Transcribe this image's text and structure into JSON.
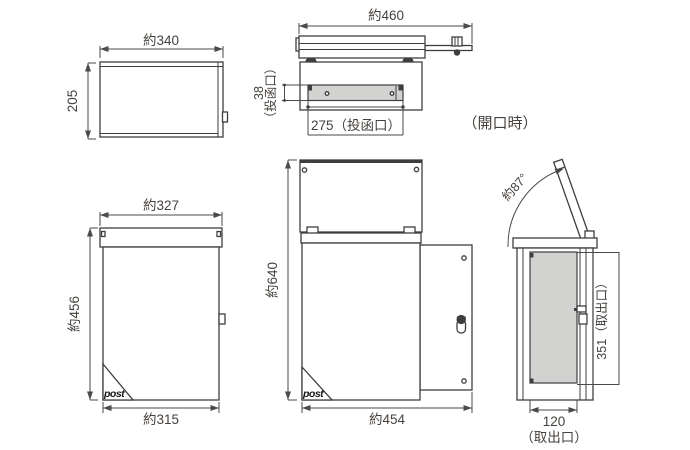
{
  "colors": {
    "line": "#3e3e3e",
    "text": "#46413d",
    "panel_fill": "#d2d2d0",
    "background": "#ffffff"
  },
  "views": {
    "top_closed": {
      "width_label": "約340",
      "depth_label": "205"
    },
    "top_open": {
      "width_label": "約460",
      "slot_height_label": "38",
      "slot_height_unit": "（投函口）",
      "slot_width_label": "275（投函口）",
      "state_label": "（開口時）"
    },
    "front_closed": {
      "width_label": "約327",
      "height_label": "約456",
      "base_width_label": "約315",
      "logo": "post"
    },
    "front_open": {
      "height_label": "約640",
      "width_label": "約454",
      "logo": "post"
    },
    "side_open": {
      "angle_label": "約87°",
      "takeout_height_label": "351（取出口）",
      "takeout_width_label": "120",
      "takeout_width_unit": "（取出口）"
    }
  }
}
